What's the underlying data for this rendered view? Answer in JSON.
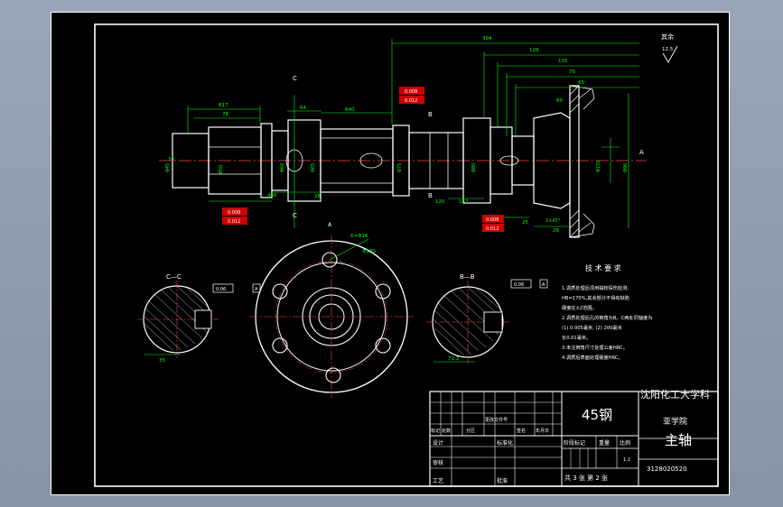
{
  "drawing": {
    "colors": {
      "background": "#000000",
      "frame": "#ffffff",
      "part_outline": "#ffffff",
      "dimension": "#00ff00",
      "center_line": "#ff4444",
      "hatch": "#ffffff",
      "tolerance_fill": "#cc0000",
      "outer_bg": "#8e9ab0"
    },
    "roughness_note": {
      "label": "其余",
      "value": "12.5"
    },
    "main_view": {
      "dimensions_top": [
        "394",
        "128",
        "105",
        "76",
        "65",
        "80"
      ],
      "dimensions_left": [
        "817",
        "78",
        "36",
        "64",
        "640"
      ],
      "dimensions_bottom": [
        "450",
        "28",
        "152",
        "120",
        "25",
        "26",
        "2×45°"
      ],
      "diameters": [
        "Φ45",
        "Φ50",
        "Φ60",
        "Φ65",
        "Φ75",
        "Φ80",
        "Φ96",
        "Φ150"
      ],
      "section_marks": [
        "C",
        "C",
        "B",
        "B",
        "A"
      ],
      "tolerance_frames": [
        "0.008",
        "0.012",
        "0.008",
        "0.012",
        "0.008",
        "0.012"
      ]
    },
    "section_left": {
      "label": "C—C",
      "dimension": "35",
      "frame_value": "0.06",
      "datum": "A"
    },
    "section_right": {
      "label": "B—B",
      "dimension": "72.3",
      "frame_value": "0.06",
      "datum": "A"
    },
    "flange_view": {
      "top_label": "A",
      "hole_note": "6×Φ16",
      "dimension": "Φ130"
    },
    "tech_requirements": {
      "title": "技 术 要 求",
      "lines": [
        "1.调质处理后须用磁粉探伤检测,",
        "HB=170%,其余部分不得有缺陷",
        "硬度在±2范围。",
        "2.调质处理后孔的倒角为B。C两处同轴度为",
        "(1) 0.005毫米, (2) 200毫米",
        "长0.01毫米。",
        "3.未注倒角尺寸处理公差HRC。",
        "4.调质后表面处理硬度HRC。"
      ]
    },
    "title_block": {
      "school": "沈阳化工大学科",
      "material": "45钢",
      "department": "亚学院",
      "part_name": "主轴",
      "drawing_no": "3128020520",
      "row_headers": [
        "标记",
        "处数",
        "分区",
        "更改文件号",
        "签名",
        "年月日"
      ],
      "col_headers": [
        "阶段标记",
        "重量",
        "比例"
      ],
      "scale": "1:2",
      "roles": [
        "设计",
        "审核",
        "工艺"
      ],
      "role_marks": [
        "标准化",
        "批准"
      ],
      "sheet_info": "共 3 张  第 2 张"
    }
  }
}
